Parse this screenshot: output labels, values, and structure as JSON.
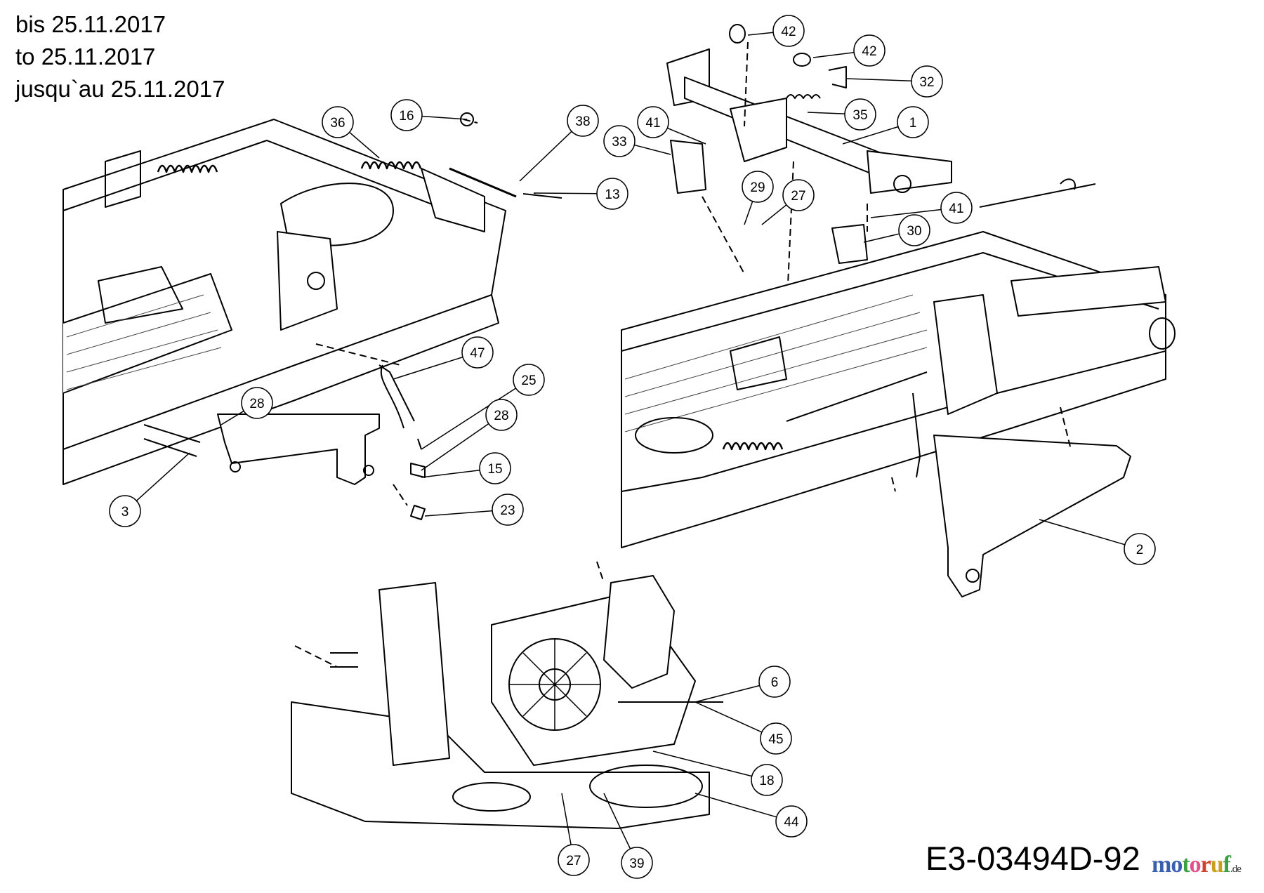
{
  "validity": {
    "de": "bis 25.11.2017",
    "en": "to 25.11.2017",
    "fr": "jusqu`au 25.11.2017"
  },
  "drawing_code": "E3-03494D-92",
  "watermark": {
    "name": "motoruf",
    "tld": ".de",
    "letter_colors": [
      "#3a5fb0",
      "#3a5fb0",
      "#3aa040",
      "#e0508a",
      "#d0402a",
      "#c8a020",
      "#3aa040"
    ]
  },
  "callouts": [
    "42",
    "42",
    "32",
    "35",
    "1",
    "41",
    "33",
    "38",
    "16",
    "36",
    "13",
    "29",
    "27",
    "41",
    "30",
    "47",
    "25",
    "28",
    "28",
    "15",
    "23",
    "3",
    "2",
    "6",
    "45",
    "18",
    "44",
    "27",
    "39"
  ]
}
